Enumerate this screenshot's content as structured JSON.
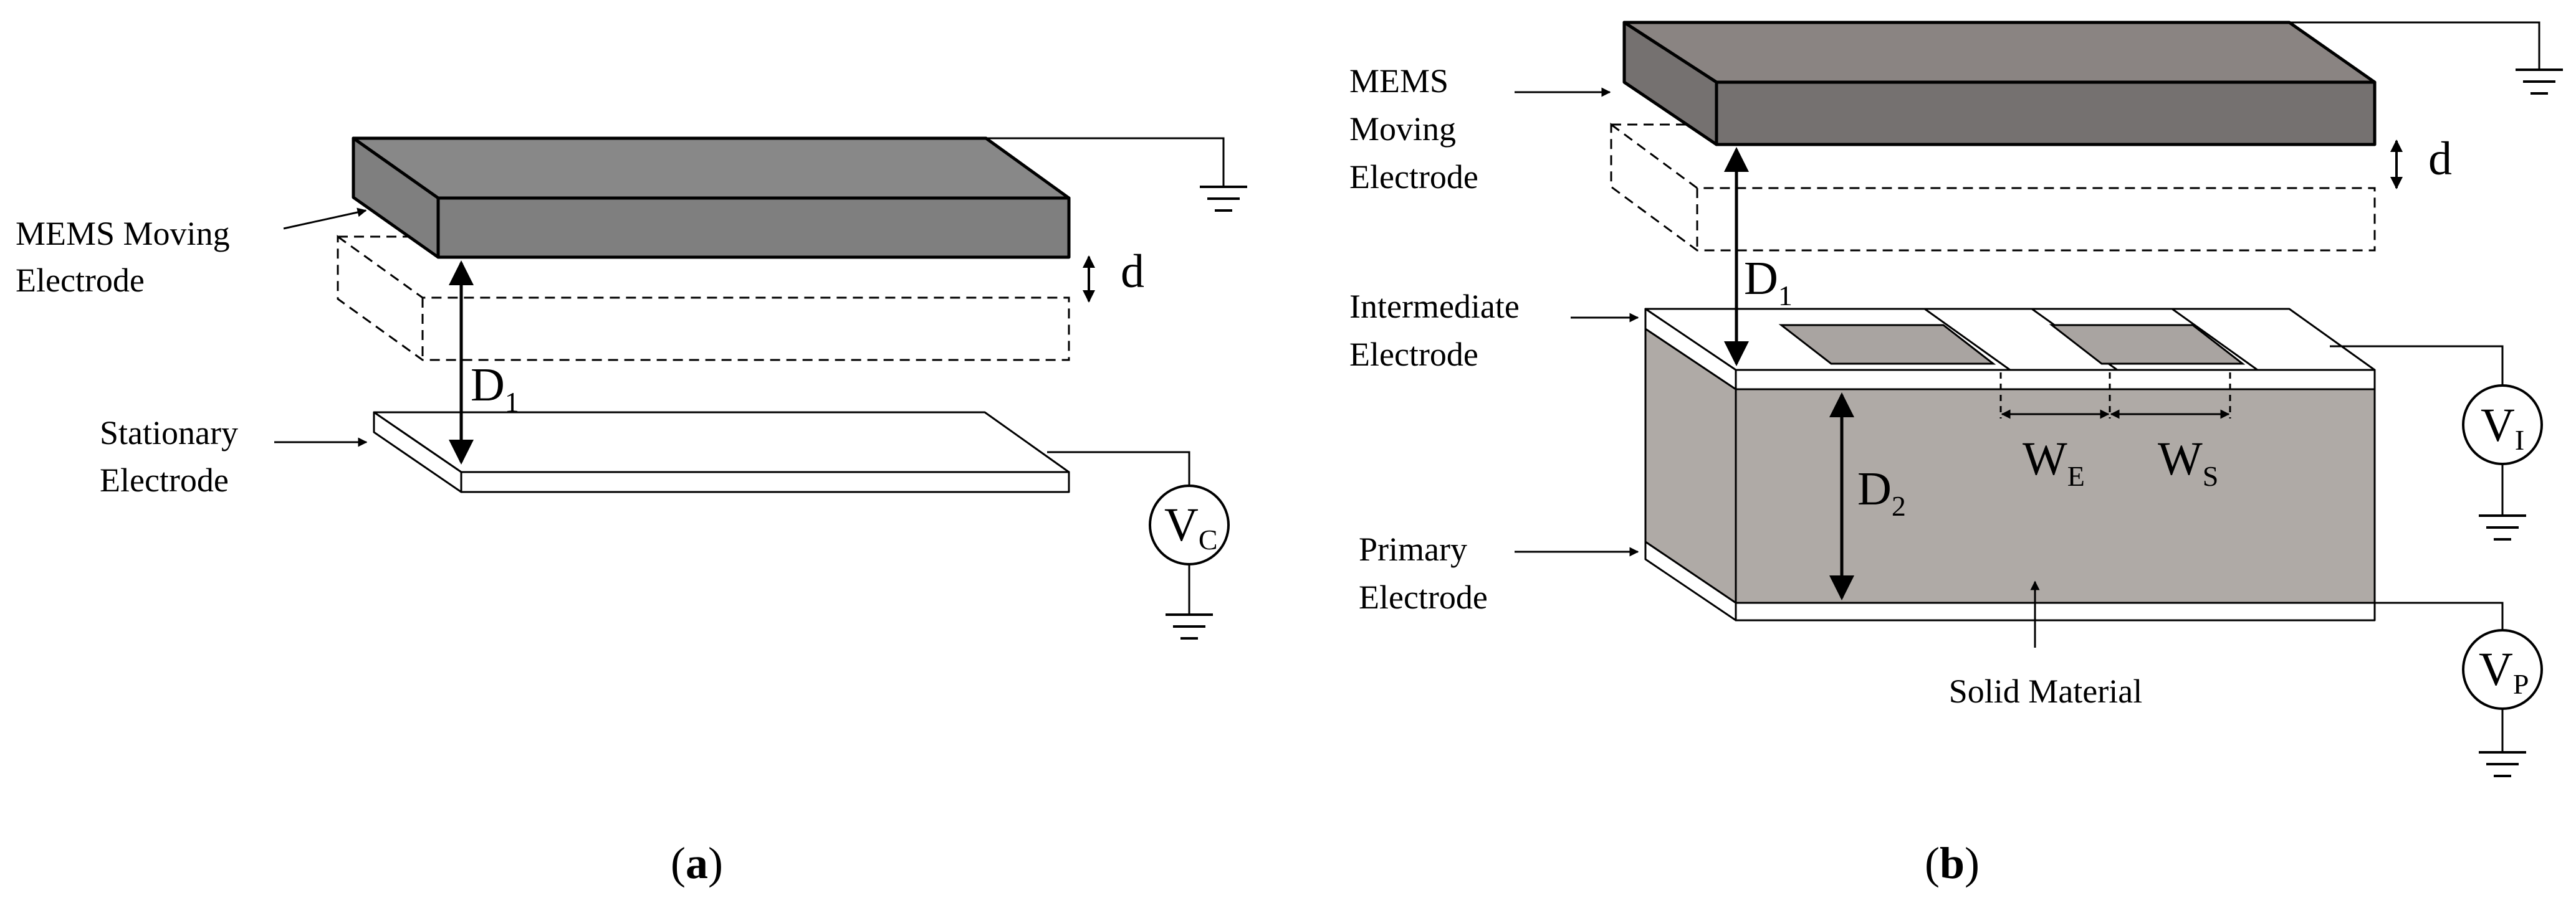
{
  "colors": {
    "moving_electrode_top": "#888888",
    "moving_electrode_front": "#7f7f7f",
    "moving_electrode_top_b": "#8a8482",
    "moving_electrode_front_b": "#757170",
    "solid_material": "#afaaa6",
    "electrode_pad": "#a9a4a1",
    "stroke": "#000000"
  },
  "panel_a": {
    "moving_label_1": "MEMS Moving",
    "moving_label_2": "Electrode",
    "stationary_label_1": "Stationary",
    "stationary_label_2": "Electrode",
    "gap_symbol": "D",
    "gap_subscript": "1",
    "displacement_symbol": "d",
    "voltage_symbol": "V",
    "voltage_subscript": "C",
    "caption_open": "(",
    "caption_letter": "a",
    "caption_close": ")"
  },
  "panel_b": {
    "moving_label_1": "MEMS",
    "moving_label_2": "Moving",
    "moving_label_3": "Electrode",
    "intermediate_label_1": "Intermediate",
    "intermediate_label_2": "Electrode",
    "primary_label_1": "Primary",
    "primary_label_2": "Electrode",
    "solid_label": "Solid Material",
    "gap1_symbol": "D",
    "gap1_subscript": "1",
    "gap2_symbol": "D",
    "gap2_subscript": "2",
    "displacement_symbol": "d",
    "we_symbol": "W",
    "we_subscript": "E",
    "ws_symbol": "W",
    "ws_subscript": "S",
    "vi_symbol": "V",
    "vi_subscript": "I",
    "vp_symbol": "V",
    "vp_subscript": "P",
    "caption_open": "(",
    "caption_letter": "b",
    "caption_close": ")"
  }
}
